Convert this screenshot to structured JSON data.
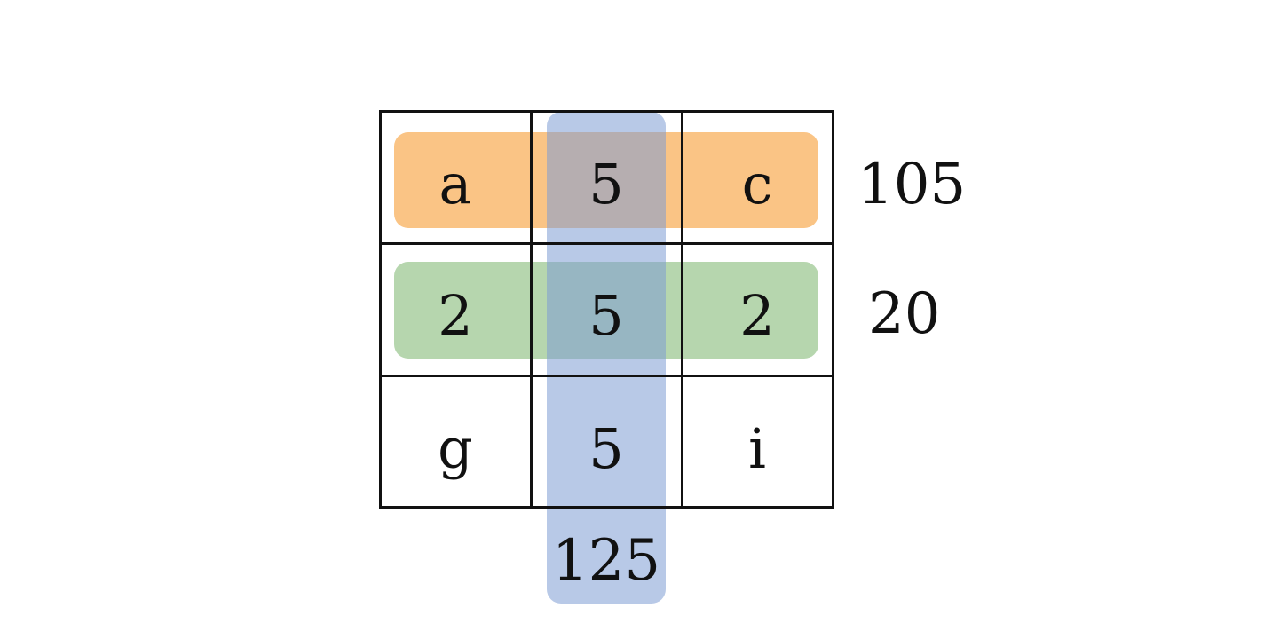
{
  "grid": {
    "rows": [
      [
        "a",
        "5",
        "c"
      ],
      [
        "2",
        "5",
        "2"
      ],
      [
        "g",
        "5",
        "i"
      ]
    ]
  },
  "sums": {
    "row1": "105",
    "row2": "20",
    "col2": "125"
  },
  "colors": {
    "row1_highlight": "#F8B05C",
    "row2_highlight": "#97C58C",
    "col2_highlight": "#7E9CD4",
    "grid_line": "#111111"
  }
}
